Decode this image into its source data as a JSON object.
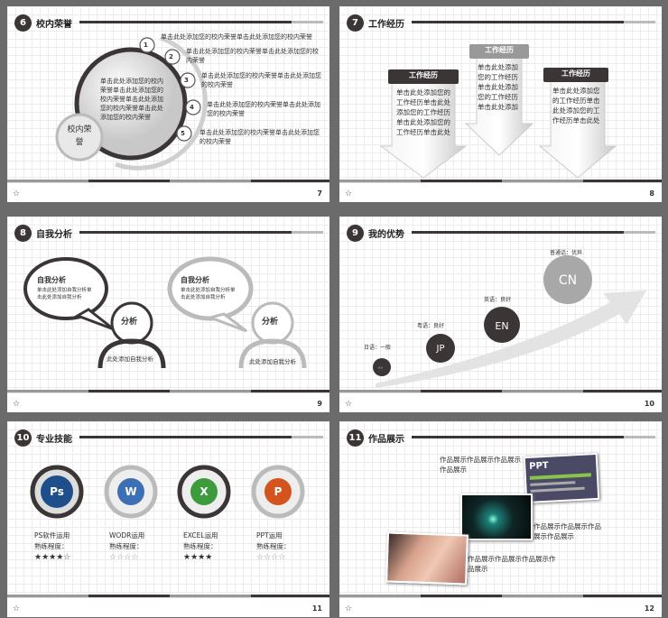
{
  "slides": [
    {
      "num": "6",
      "title": "校内荣誉",
      "page": "7",
      "center_text": "单击此处添加您的校内荣誉单击此处添加您的校内荣誉单击此处添加您的校内荣誉单击此处添加您的校内荣誉",
      "badge": "校内荣誉",
      "items": [
        {
          "n": "1",
          "text": "单击此处添加您的校内荣誉单击此处添加您的校内荣誉"
        },
        {
          "n": "2",
          "text": "单击此处添加您的校内荣誉单击此处添加您的校内荣誉"
        },
        {
          "n": "3",
          "text": "单击此处添加您的校内荣誉单击此处添加您的校内荣誉"
        },
        {
          "n": "4",
          "text": "单击此处添加您的校内荣誉单击此处添加您的校内荣誉"
        },
        {
          "n": "5",
          "text": "单击此处添加您的校内荣誉单击此处添加您的校内荣誉"
        }
      ]
    },
    {
      "num": "7",
      "title": "工作经历",
      "page": "8",
      "cards": [
        {
          "label": "工作经历",
          "text": "单击此处添加您的工作经历单击此处添加您的工作经历单击此处添加您的工作经历单击此处"
        },
        {
          "label": "工作经历",
          "text": "单击此处添加您的工作经历单击此处添加您的工作经历单击此处添加"
        },
        {
          "label": "工作经历",
          "text": "单击此处添加您的工作经历单击此处添加您的工作经历单击此处"
        }
      ]
    },
    {
      "num": "8",
      "title": "自我分析",
      "page": "9",
      "bubbles": [
        {
          "title": "自我分析",
          "text": "单击此处添加自我分析单击此处添加自我分析"
        },
        {
          "title": "自我分析",
          "text": "单击此处添加自我分析单击此处添加自我分析"
        }
      ],
      "persons": [
        {
          "label": "分析",
          "caption": "此处添加自我分析"
        },
        {
          "label": "分析",
          "caption": "此处添加自我分析"
        }
      ]
    },
    {
      "num": "9",
      "title": "我的优势",
      "page": "10",
      "langs": [
        {
          "code": "CN",
          "caption": "普通话：优异"
        },
        {
          "code": "EN",
          "caption": "英语：良好"
        },
        {
          "code": "JP",
          "caption": "粤语：良好"
        },
        {
          "code": "。。",
          "caption": "日语：一般"
        }
      ]
    },
    {
      "num": "10",
      "title": "专业技能",
      "page": "11",
      "skills": [
        {
          "icon": "Ps",
          "name": "PS软件运用",
          "level": "熟练程度：",
          "stars": "★★★★☆"
        },
        {
          "icon": "W",
          "name": "WODR运用",
          "level": "熟练程度：",
          "stars": "☆☆☆☆"
        },
        {
          "icon": "X",
          "name": "EXCEL运用",
          "level": "熟练程度：",
          "stars": "★★★★"
        },
        {
          "icon": "P",
          "name": "PPT运用",
          "level": "熟练程度：",
          "stars": "☆☆☆☆"
        }
      ]
    },
    {
      "num": "11",
      "title": "作品展示",
      "page": "12",
      "works": [
        "作品展示作品展示作品展示作品展示",
        "作品展示作品展示作品展示作品展示",
        "作品展示作品展示作品展示作品展示"
      ],
      "thumb_text": "PPT"
    }
  ],
  "colors": {
    "dark": "#3b3536",
    "grey": "#999999",
    "bg": "#6b6b6b"
  }
}
